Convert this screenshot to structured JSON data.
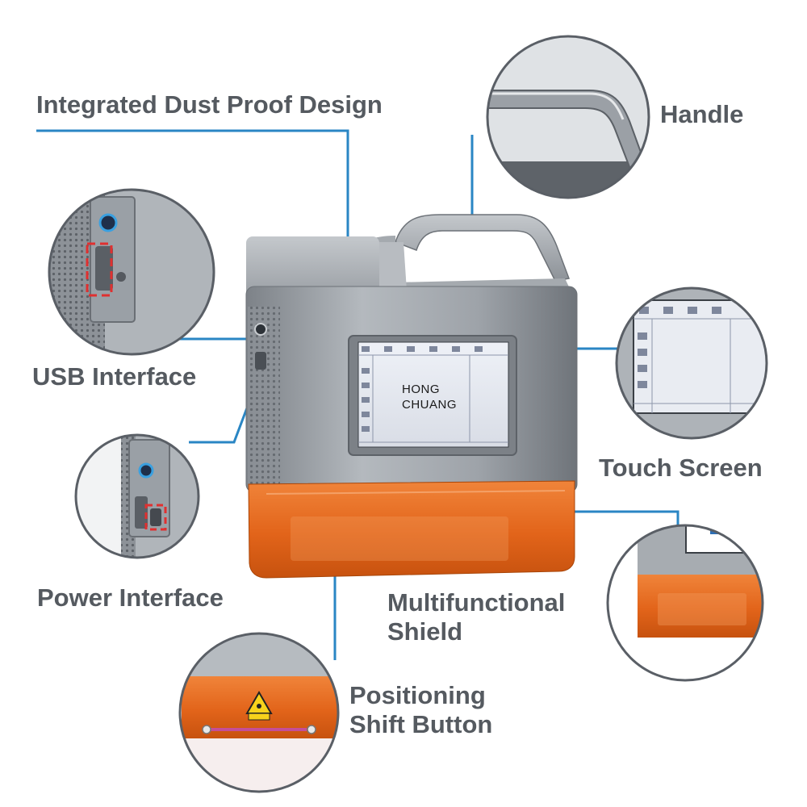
{
  "labels": {
    "dust_proof": "Integrated Dust Proof Design",
    "handle": "Handle",
    "usb": "USB Interface",
    "touch_screen": "Touch Screen",
    "power": "Power Interface",
    "shield_line1": "Multifunctional",
    "shield_line2": "Shield",
    "shift_line1": "Positioning",
    "shift_line2": "Shift Button"
  },
  "screen": {
    "brand_line1": "HONG",
    "brand_line2": "CHUANG"
  },
  "colors": {
    "callout_line": "#2a86c4",
    "callout_ring": "#5a5f66",
    "label_text": "#555a60",
    "shield_orange": "#e8681f",
    "device_silver": "#9aa0a6"
  },
  "icons": {
    "laser_warning": "laser-warning-icon",
    "power_button": "power-button-icon"
  }
}
